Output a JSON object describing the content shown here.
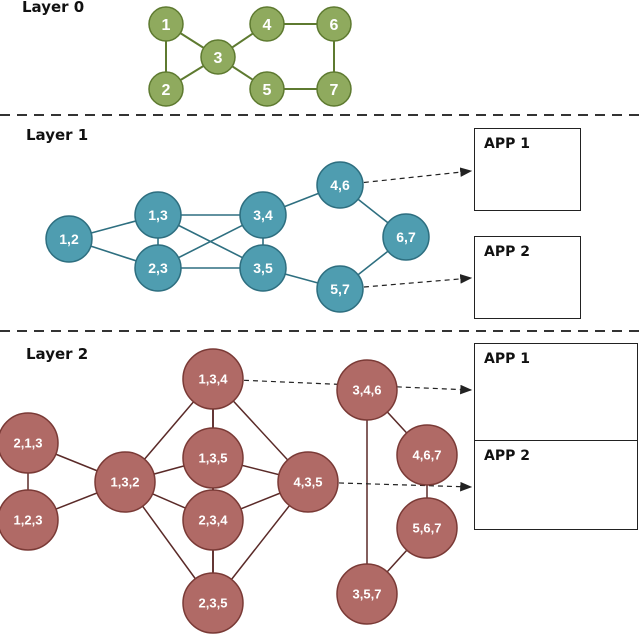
{
  "layers": [
    {
      "title": "Layer 0"
    },
    {
      "title": "Layer 1"
    },
    {
      "title": "Layer 2"
    }
  ],
  "colors": {
    "layer0": "#8faa5e",
    "layer0_stroke": "#5e7a30",
    "layer1": "#4f9db0",
    "layer1_stroke": "#2e6f80",
    "layer2": "#b06a66",
    "layer2_stroke": "#7a3a36",
    "edge": "#5a2a28",
    "line": "#333333"
  },
  "graph": {
    "layer0_nodes": [
      "1",
      "2",
      "3",
      "4",
      "5",
      "6",
      "7"
    ],
    "layer0_edges": [
      [
        "1",
        "2"
      ],
      [
        "1",
        "3"
      ],
      [
        "2",
        "3"
      ],
      [
        "3",
        "4"
      ],
      [
        "3",
        "5"
      ],
      [
        "4",
        "6"
      ],
      [
        "5",
        "7"
      ],
      [
        "6",
        "7"
      ]
    ],
    "layer1_nodes": [
      "1,2",
      "1,3",
      "2,3",
      "3,4",
      "3,5",
      "4,6",
      "5,7",
      "6,7"
    ],
    "layer1_edges": [
      [
        "1,2",
        "1,3"
      ],
      [
        "1,2",
        "2,3"
      ],
      [
        "1,3",
        "2,3"
      ],
      [
        "1,3",
        "3,4"
      ],
      [
        "1,3",
        "3,5"
      ],
      [
        "2,3",
        "3,4"
      ],
      [
        "2,3",
        "3,5"
      ],
      [
        "3,4",
        "3,5"
      ],
      [
        "3,4",
        "4,6"
      ],
      [
        "3,5",
        "5,7"
      ],
      [
        "4,6",
        "6,7"
      ],
      [
        "5,7",
        "6,7"
      ]
    ],
    "layer2_nodes": [
      "2,1,3",
      "1,2,3",
      "1,3,2",
      "1,3,4",
      "1,3,5",
      "2,3,4",
      "2,3,5",
      "4,3,5",
      "3,4,6",
      "4,6,7",
      "5,6,7",
      "3,5,7"
    ],
    "layer2_edges": [
      [
        "2,1,3",
        "1,2,3"
      ],
      [
        "2,1,3",
        "1,3,2"
      ],
      [
        "1,2,3",
        "1,3,2"
      ],
      [
        "1,3,2",
        "1,3,4"
      ],
      [
        "1,3,2",
        "1,3,5"
      ],
      [
        "1,3,2",
        "2,3,4"
      ],
      [
        "1,3,2",
        "2,3,5"
      ],
      [
        "1,3,4",
        "1,3,5"
      ],
      [
        "1,3,4",
        "2,3,4"
      ],
      [
        "1,3,4",
        "2,3,5"
      ],
      [
        "1,3,5",
        "2,3,4"
      ],
      [
        "1,3,5",
        "2,3,5"
      ],
      [
        "2,3,4",
        "2,3,5"
      ],
      [
        "1,3,4",
        "4,3,5"
      ],
      [
        "1,3,5",
        "4,3,5"
      ],
      [
        "2,3,4",
        "4,3,5"
      ],
      [
        "2,3,5",
        "4,3,5"
      ],
      [
        "3,4,6",
        "4,6,7"
      ],
      [
        "4,6,7",
        "5,6,7"
      ],
      [
        "5,6,7",
        "3,5,7"
      ],
      [
        "3,4,6",
        "3,5,7"
      ]
    ]
  },
  "apps": [
    {
      "title": "APP 1",
      "nodes": [
        "4",
        "6"
      ],
      "source": "4,6"
    },
    {
      "title": "APP 2",
      "nodes": [
        "5",
        "7"
      ],
      "source": "5,7"
    },
    {
      "title": "APP 1",
      "nodes": [
        "1",
        "3",
        "4"
      ],
      "source": "1,3,4"
    },
    {
      "title": "APP 2",
      "nodes": [
        "4",
        "3",
        "5"
      ],
      "source": "4,3,5"
    }
  ]
}
